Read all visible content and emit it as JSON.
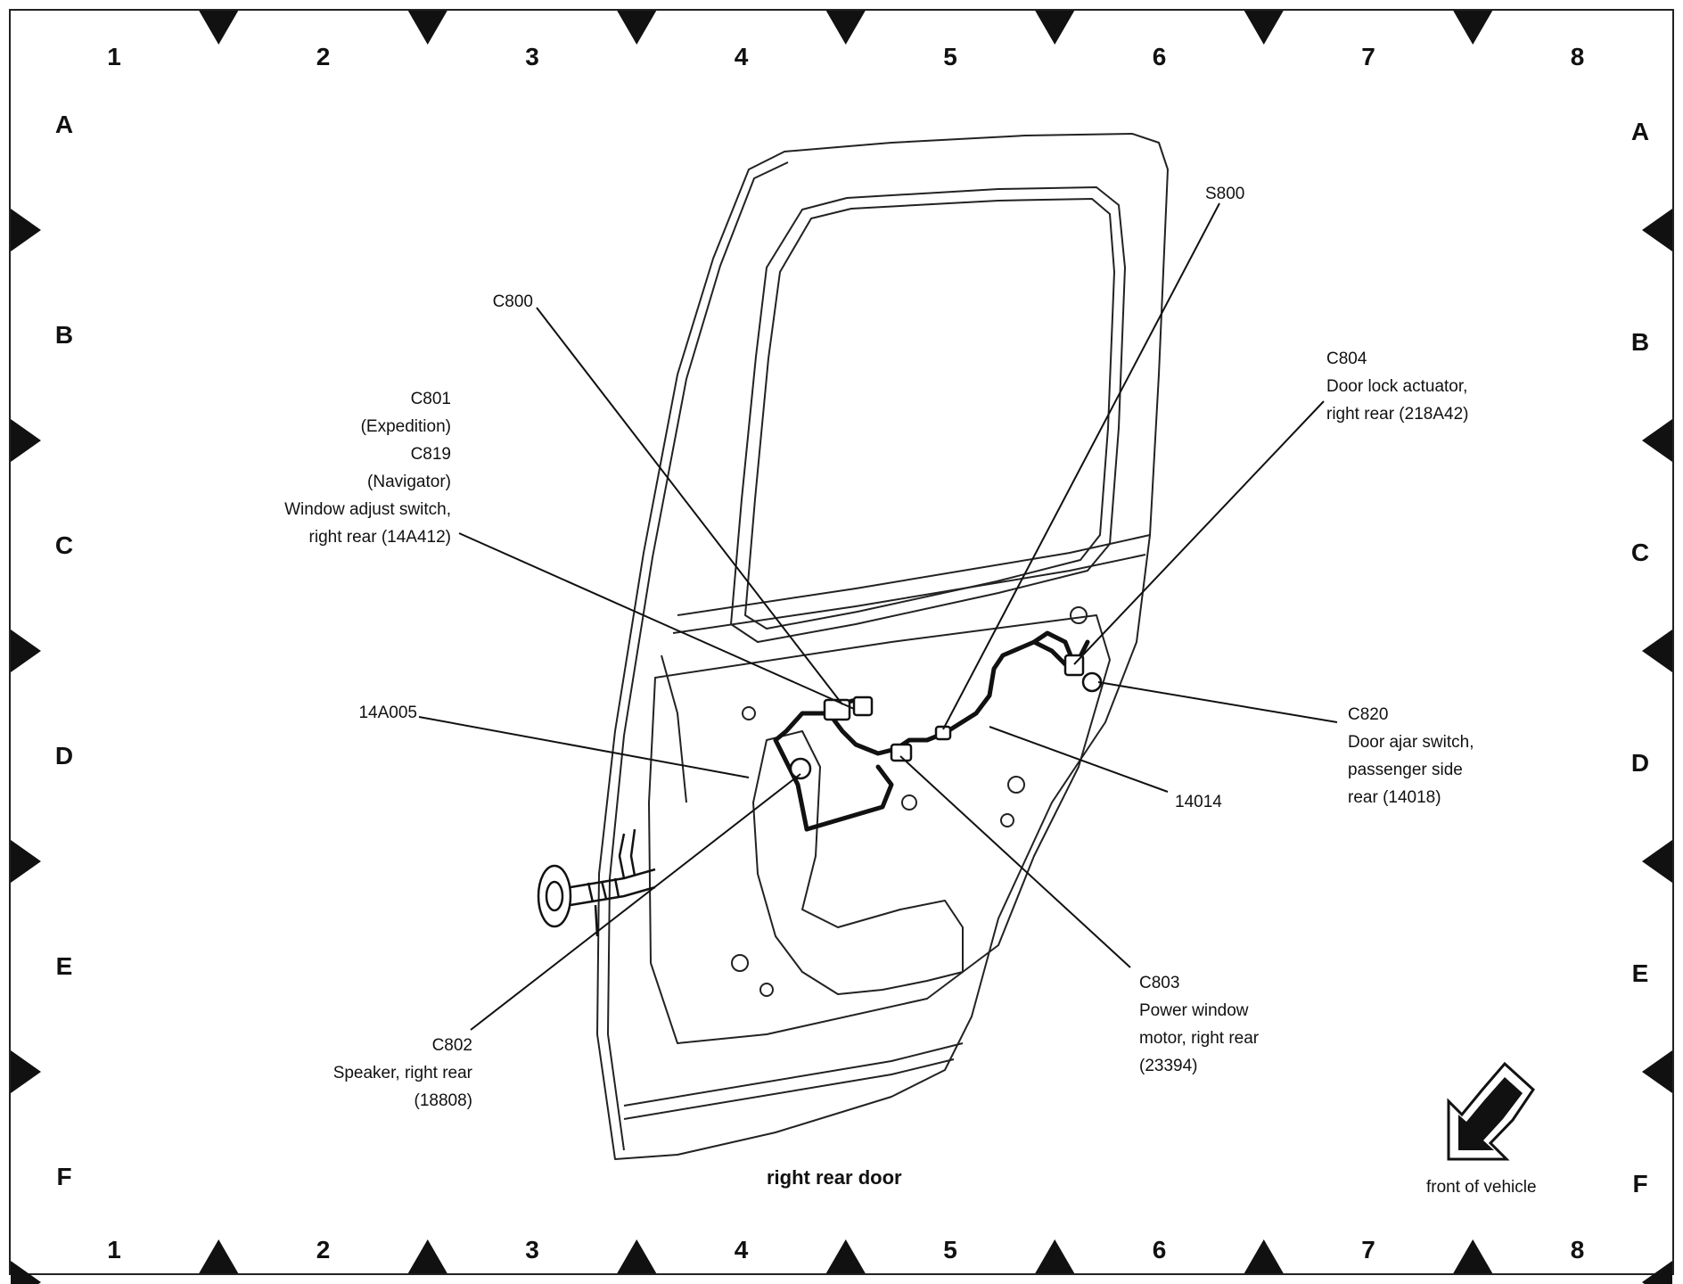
{
  "grid": {
    "columns": [
      "1",
      "2",
      "3",
      "4",
      "5",
      "6",
      "7",
      "8"
    ],
    "rows": [
      "A",
      "B",
      "C",
      "D",
      "E",
      "F"
    ]
  },
  "callouts": {
    "c800": {
      "lines": [
        "C800"
      ]
    },
    "s800": {
      "lines": [
        "S800"
      ]
    },
    "c801": {
      "lines": [
        "C801",
        "(Expedition)",
        "C819",
        "(Navigator)",
        "Window adjust switch,",
        "right rear (14A412)"
      ]
    },
    "c804": {
      "lines": [
        "C804",
        "Door lock actuator,",
        "right rear (218A42)"
      ]
    },
    "a14a005": {
      "lines": [
        "14A005"
      ]
    },
    "c820": {
      "lines": [
        "C820",
        "Door ajar switch,",
        "passenger side",
        "rear (14018)"
      ]
    },
    "a14014": {
      "lines": [
        "14014"
      ]
    },
    "c803": {
      "lines": [
        "C803",
        "Power window",
        "motor, right rear",
        "(23394)"
      ]
    },
    "c802": {
      "lines": [
        "C802",
        "Speaker, right rear",
        "(18808)"
      ]
    }
  },
  "caption": "right rear door",
  "orientation": {
    "label": "front of vehicle"
  },
  "colors": {
    "ink": "#111111",
    "paper": "#ffffff"
  }
}
